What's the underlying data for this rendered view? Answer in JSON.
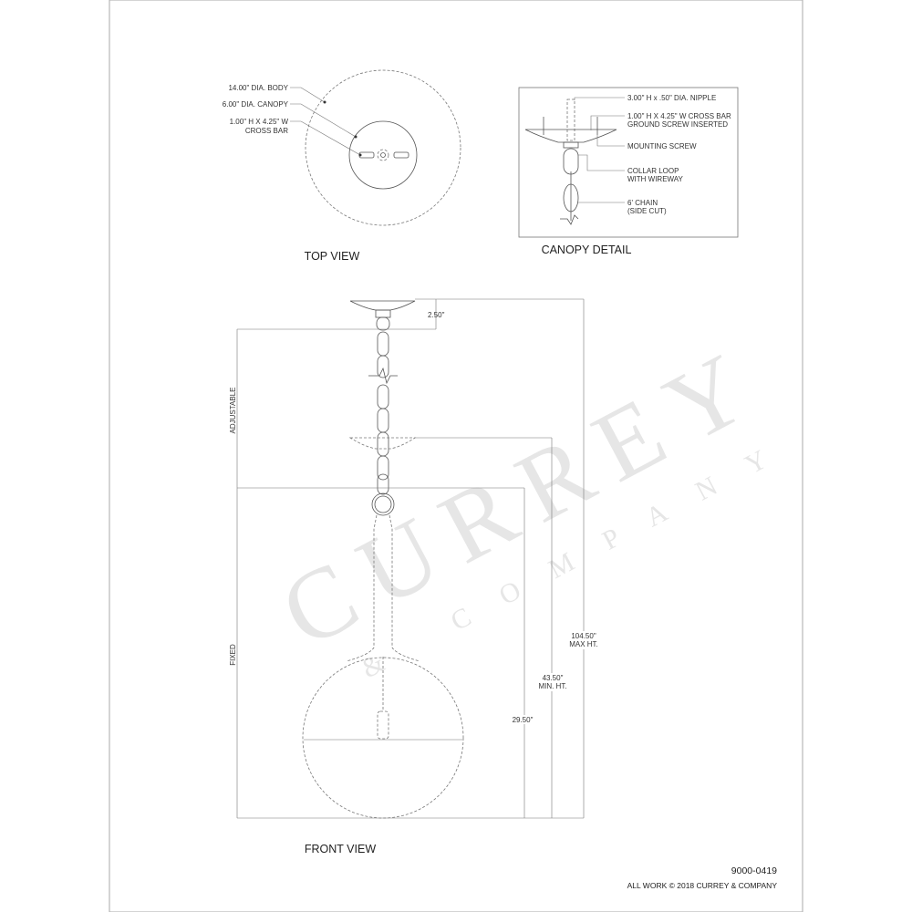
{
  "watermark": {
    "brand": "CURREY",
    "sub": "& COMPANY"
  },
  "top_view": {
    "title": "TOP VIEW",
    "labels": [
      "14.00\" DIA. BODY",
      "6.00\" DIA. CANOPY",
      "1.00\" H X 4.25\" W",
      "CROSS BAR"
    ]
  },
  "canopy_detail": {
    "title": "CANOPY DETAIL",
    "labels": [
      "3.00\" H x .50\" DIA. NIPPLE",
      "1.00\" H X 4.25\" W CROSS BAR",
      "GROUND SCREW INSERTED",
      "MOUNTING SCREW",
      "COLLAR LOOP",
      "WITH WIREWAY",
      "6' CHAIN",
      "(SIDE CUT)"
    ]
  },
  "front_view": {
    "title": "FRONT VIEW",
    "dims": {
      "canopy": "2.50\"",
      "adjustable": "ADJUSTABLE",
      "fixed": "FIXED",
      "fixed_ht": "29.50\"",
      "min_ht": "43.50\"",
      "min_label": "MIN. HT.",
      "max_ht": "104.50\"",
      "max_label": "MAX HT."
    }
  },
  "footer": {
    "part_number": "9000-0419",
    "copyright": "ALL WORK © 2018 CURREY & COMPANY"
  }
}
